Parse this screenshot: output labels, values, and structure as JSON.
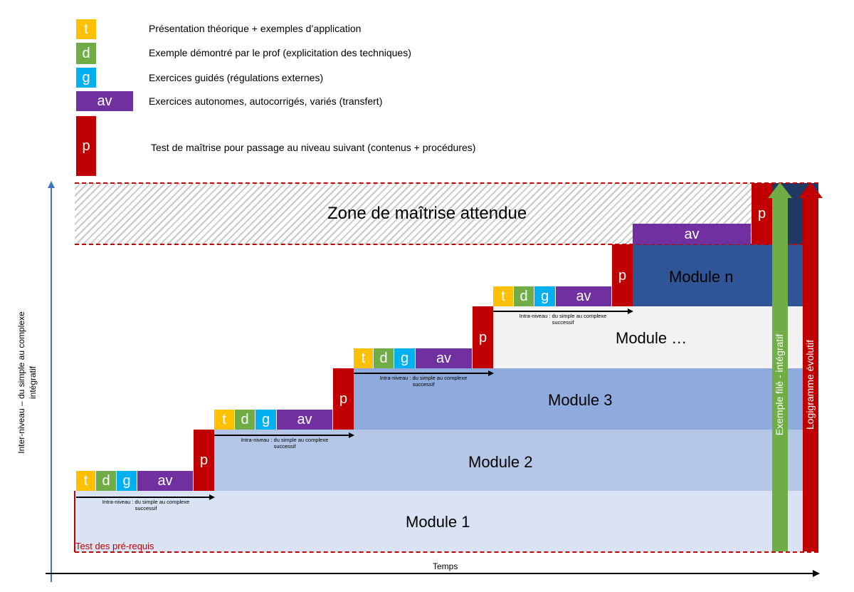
{
  "colors": {
    "t": "#FFC000",
    "d": "#70AD47",
    "g": "#00B0F0",
    "av": "#7030A0",
    "p": "#C00000",
    "module1": "#DAE3F3",
    "module2": "#B4C7E7",
    "module3": "#8FAADC",
    "module_ellipsis": "#F2F2F2",
    "module_n": "#2F5597",
    "green_arrow": "#70AD47",
    "red_arrow": "#C00000",
    "dashed": "#C00000"
  },
  "legend": [
    {
      "key": "t",
      "swatch": "t",
      "text": "Présentation théorique + exemples d’application"
    },
    {
      "key": "d",
      "swatch": "d",
      "text": "Exemple démontré par le prof (explicitation des techniques)"
    },
    {
      "key": "g",
      "swatch": "g",
      "text": "Exercices guidés (régulations externes)"
    },
    {
      "key": "av",
      "swatch": "av",
      "text": "Exercices autonomes, autocorrigés, variés (transfert)"
    },
    {
      "key": "p",
      "swatch": "p",
      "text": "Test de maîtrise pour passage au niveau suivant (contenus + procédures)"
    }
  ],
  "zone_label": "Zone de maîtrise attendue",
  "modules": {
    "m1": "Module 1",
    "m2": "Module 2",
    "m3": "Module 3",
    "m_ellipsis": "Module …",
    "m_n": "Module n"
  },
  "blocks": {
    "t": "t",
    "d": "d",
    "g": "g",
    "av": "av",
    "p": "p"
  },
  "intra_line1": "Intra-niveau : du simple au complexe",
  "intra_line2": "successif",
  "prereq": "Test des pré-requis",
  "y_axis_label_line1": "Inter-niveau – du simple au complexe",
  "y_axis_label_line2": "intégratif",
  "x_axis_label": "Temps",
  "green_arrow_label": "Exemple filé - intégratif",
  "red_arrow_label": "Logigramme évolutif"
}
